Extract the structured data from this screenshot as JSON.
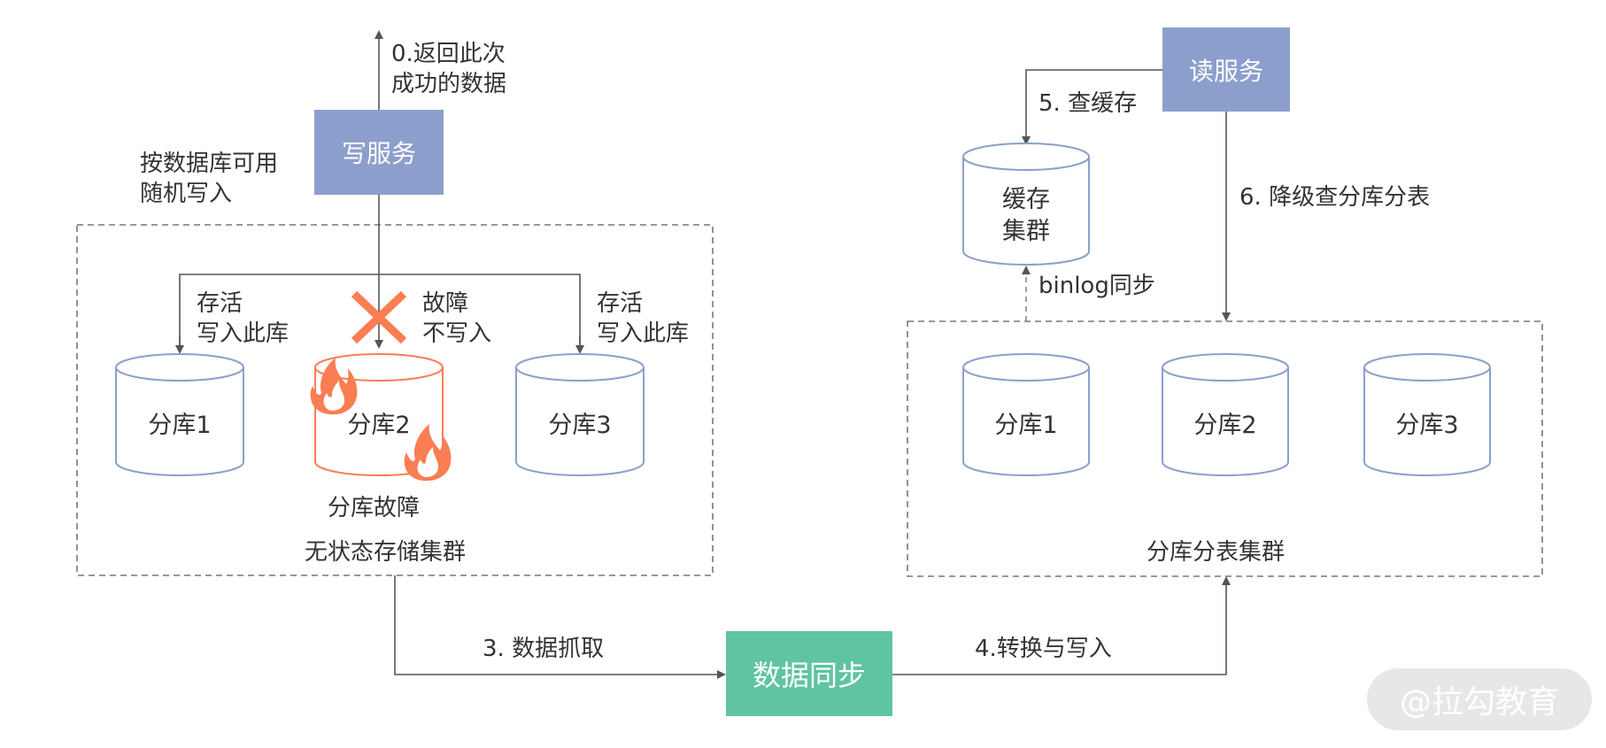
{
  "left": {
    "return_label": "0.返回此次\n成功的数据",
    "write_service": "写服务",
    "random_write_label": "按数据库可用\n随机写入",
    "alive_left": "存活\n写入此库",
    "fault_label": "故障\n不写入",
    "alive_right": "存活\n写入此库",
    "shards": [
      "分库1",
      "分库2",
      "分库3"
    ],
    "fault_caption": "分库故障",
    "cluster_label": "无状态存储集群",
    "colors": {
      "fault": "#fb7d52",
      "cylinder": "#8c9fcc"
    }
  },
  "sync": {
    "fetch_label": "3. 数据抓取",
    "box_label": "数据同步",
    "transform_label": "4.转换与写入"
  },
  "right": {
    "read_service": "读服务",
    "cache_label": "5. 查缓存",
    "cache_cluster": "缓存\n集群",
    "binlog_label": "binlog同步",
    "fallback_label": "6. 降级查分库分表",
    "shards": [
      "分库1",
      "分库2",
      "分库3"
    ],
    "cluster_label": "分库分表集群"
  },
  "watermark": "@拉勾教育",
  "icons": [
    "flame-icon",
    "cross-icon"
  ]
}
